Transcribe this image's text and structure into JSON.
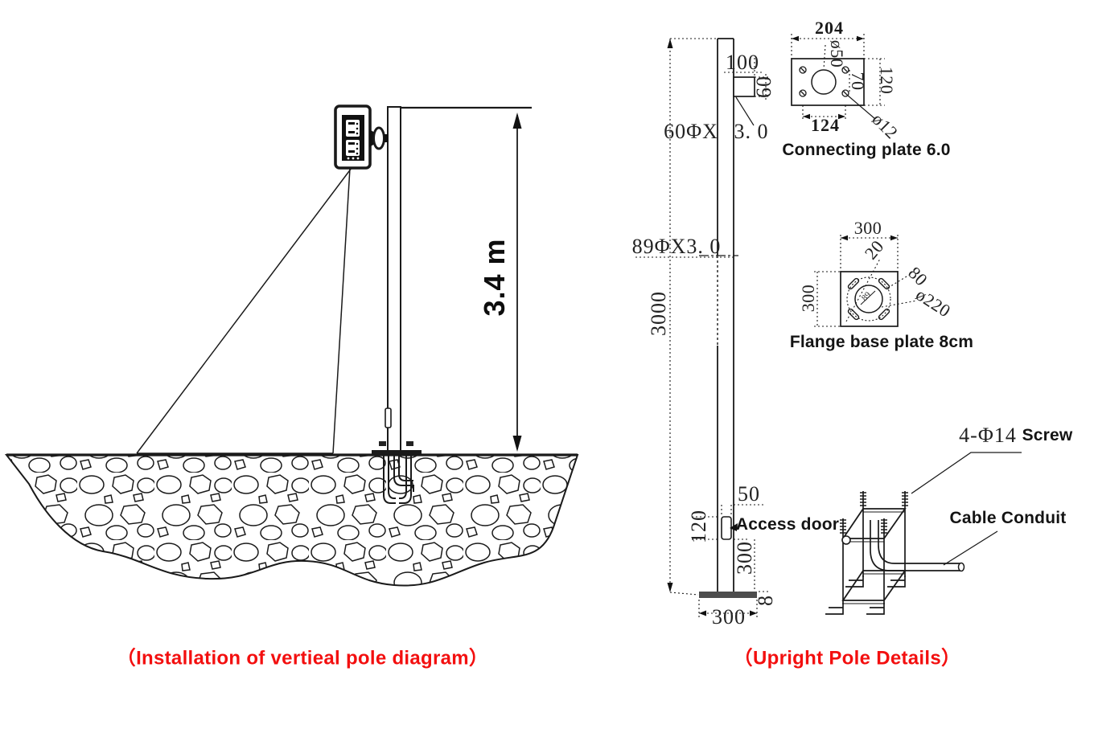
{
  "colors": {
    "caption_red": "#f30f0f",
    "ink": "#1a1a1a"
  },
  "captions": {
    "left": "（Installation of vertieal pole diagram）",
    "right": "（Upright Pole Details）"
  },
  "install_diagram": {
    "height": "3.4 m"
  },
  "pole": {
    "total_height": "3000",
    "upper_spec_prefix": "60ΦX",
    "upper_spec_suffix": "3. 0",
    "lower_spec": "89ΦX3. 0",
    "bracket_length": "100",
    "bracket_height": "60",
    "door_label": "Access door",
    "door_width": "50",
    "door_height": "120",
    "door_offset": "300",
    "base_width": "300",
    "base_thickness": "8"
  },
  "connecting_plate": {
    "label": "Connecting plate 6.0",
    "width": "204",
    "height": "120",
    "center_hole": "ø50",
    "hole_dx": "124",
    "hole_dy": "70",
    "hole_dia": "ø12"
  },
  "flange_plate": {
    "label": "Flange base plate 8cm",
    "width": "300",
    "height": "300",
    "slot_w": "20",
    "slot_l": "80",
    "bolt_circle": "ø220",
    "pipe": "89"
  },
  "anchor": {
    "screw_spec": "4-Φ14",
    "screw": "Screw",
    "conduit": "Cable Conduit"
  }
}
